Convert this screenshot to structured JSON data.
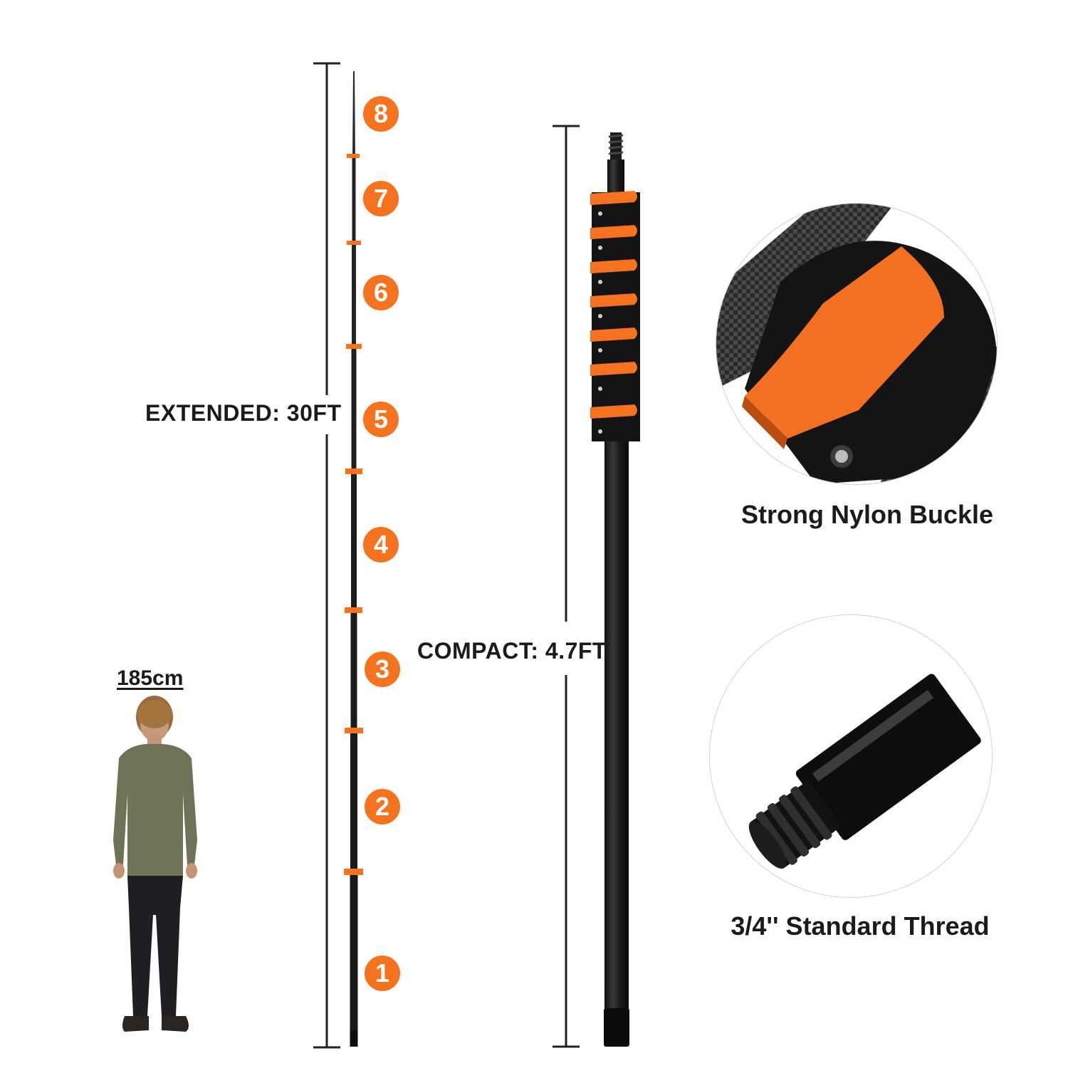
{
  "extended_label": "EXTENDED: 30FT",
  "compact_label": "COMPACT: 4.7FT",
  "person_height_label": "185cm",
  "sections": [
    "1",
    "2",
    "3",
    "4",
    "5",
    "6",
    "7",
    "8"
  ],
  "detail_buckle_caption": "Strong Nylon Buckle",
  "detail_thread_caption": "3/4'' Standard Thread",
  "colors": {
    "accent_orange": "#f5731e",
    "pole_black": "#1a1a1a",
    "text": "#1b1b1b"
  },
  "icons": [
    "telescopic-pole-extended-icon",
    "telescopic-pole-compact-icon",
    "person-icon",
    "nylon-buckle-icon",
    "thread-tip-icon"
  ]
}
